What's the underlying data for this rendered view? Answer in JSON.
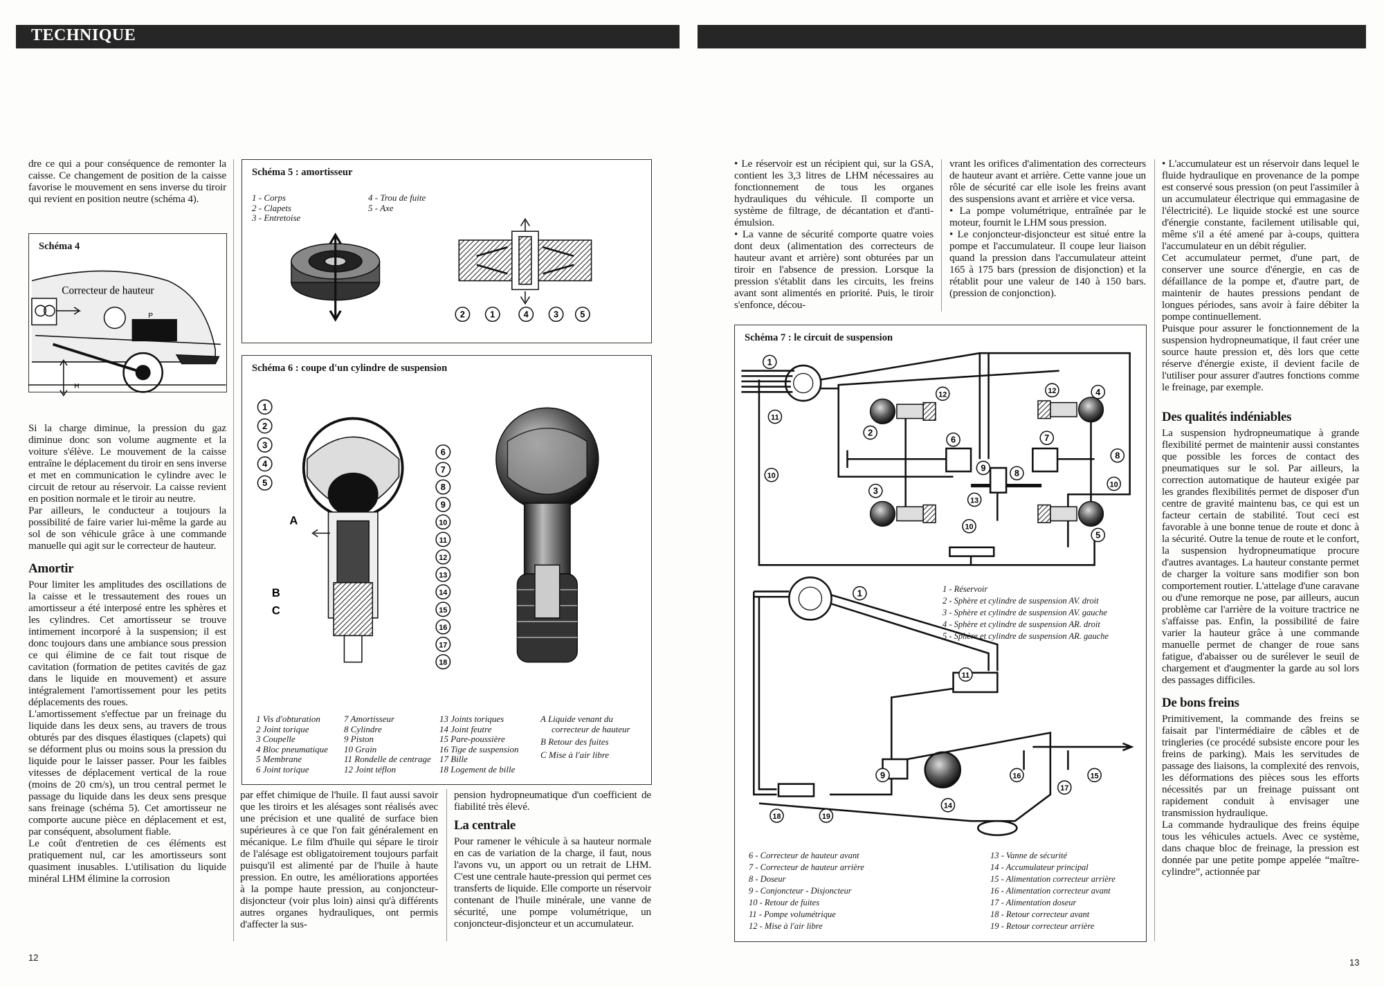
{
  "header": {
    "section": "TECHNIQUE"
  },
  "left": {
    "page_number": "12",
    "col1_top": "dre ce qui a pour conséquence de remonter la caisse. Ce changement de position de la caisse favorise le mouvement en sens inverse du tiroir qui revient en position neutre (schéma 4).",
    "col1_paras": [
      "Si la charge diminue, la pression du gaz diminue donc son volume augmente et la voiture s'élève. Le mouvement de la caisse entraîne le déplacement du tiroir en sens inverse et met en communication le cylindre avec le circuit de retour au réservoir. La caisse revient en position normale et le tiroir au neutre.",
      "Par ailleurs, le conducteur a toujours la possibilité de faire varier lui-même la garde au sol de son véhicule grâce à une commande manuelle qui agit sur le correcteur de hauteur."
    ],
    "amortir_heading": "Amortir",
    "amortir_paras": [
      "Pour limiter les amplitudes des oscillations de la caisse et le tressautement des roues un amortisseur a été interposé entre les sphères et les cylindres. Cet amortisseur se trouve intimement incorporé à la suspension; il est donc toujours dans une ambiance sous pression ce qui élimine de ce fait tout risque de cavitation (formation de petites cavités de gaz dans le liquide en mouvement) et assure intégralement l'amortissement pour les petits déplacements des roues.",
      "L'amortissement s'effectue par un freinage du liquide dans les deux sens, au travers de trous obturés par des disques élastiques (clapets) qui se déforment plus ou moins sous la pression du liquide pour le laisser passer. Pour les faibles vitesses de déplacement vertical de la roue (moins de 20 cm/s), un trou central permet le passage du liquide dans les deux sens presque sans freinage (schéma 5). Cet amortisseur ne comporte aucune pièce en déplacement et est, par conséquent, absolument fiable.",
      "Le coût d'entretien de ces éléments est pratiquement nul, car les amortisseurs sont quasiment inusables. L'utilisation du liquide minéral LHM élimine la corrosion"
    ],
    "col2_text": "par effet chimique de l'huile. Il faut aussi savoir que les tiroirs et les alésages sont réalisés avec une précision et une qualité de surface bien supérieures à ce que l'on fait généralement en mécanique. Le film d'huile qui sépare le tiroir de l'alésage est obligatoirement toujours parfait puisqu'il est alimenté par de l'huile à haute pression. En outre, les améliorations apportées à la pompe haute pression, au conjoncteur-disjoncteur (voir plus loin) ainsi qu'à différents autres organes hydrauliques, ont permis d'affecter la sus-",
    "col3_top": "pension hydropneumatique d'un coefficient de fiabilité très élevé.",
    "centrale_heading": "La centrale",
    "centrale_text": "Pour ramener le véhicule à sa hauteur normale en cas de variation de la charge, il faut, nous l'avons vu, un apport ou un retrait de LHM. C'est une centrale haute-pression qui permet ces transferts de liquide. Elle comporte un réservoir contenant de l'huile minérale, une vanne de sécurité, une pompe volumétrique, un conjoncteur-disjoncteur et un accumulateur."
  },
  "schema4": {
    "title": "Schéma 4",
    "label_corrector": "Correcteur de hauteur",
    "label_p": "P",
    "label_h": "H"
  },
  "schema5": {
    "title": "Schéma 5 : amortisseur",
    "legend_a": [
      "1 - Corps",
      "2 - Clapets",
      "3 - Entretoise"
    ],
    "legend_b": [
      "4 - Trou de fuite",
      "5 - Axe"
    ],
    "callouts": [
      "2",
      "1",
      "4",
      "3",
      "5"
    ]
  },
  "schema6": {
    "title": "Schéma 6 : coupe d'un cylindre de suspension",
    "legend_c1": [
      "1 Vis d'obturation",
      "2 Joint torique",
      "3 Coupelle",
      "4 Bloc pneumatique",
      "5 Membrane",
      "6 Joint torique"
    ],
    "legend_c2": [
      "7 Amortisseur",
      "8 Cylindre",
      "9 Piston",
      "10 Grain",
      "11 Rondelle de centrage",
      "12 Joint téflon"
    ],
    "legend_c3": [
      "13 Joints toriques",
      "14 Joint feutre",
      "15 Pare-poussière",
      "16 Tige de suspension",
      "17 Bille",
      "18 Logement de bille"
    ],
    "legend_c4": [
      "A Liquide venant du",
      "correcteur de hauteur",
      "B Retour des fuites",
      "C Mise à l'air libre"
    ],
    "callouts": [
      "1",
      "2",
      "3",
      "4",
      "5",
      "6",
      "7",
      "8",
      "9",
      "10",
      "11",
      "12",
      "13",
      "14",
      "15",
      "16",
      "17",
      "18"
    ],
    "letters": [
      "A",
      "B",
      "C"
    ]
  },
  "right": {
    "page_number": "13",
    "colA": [
      "• Le réservoir est un récipient qui, sur la GSA, contient les 3,3 litres de LHM nécessaires au fonctionnement de tous les organes hydrauliques du véhicule. Il comporte un système de filtrage, de décantation et d'anti-émulsion.",
      "• La vanne de sécurité comporte quatre voies dont deux (alimentation des correcteurs de hauteur avant et arrière) sont obturées par un tiroir en l'absence de pression. Lorsque la pression s'établit dans les circuits, les freins avant sont alimentés en priorité. Puis, le tiroir s'enfonce, décou-"
    ],
    "colB": [
      "vrant les orifices d'alimentation des correcteurs de hauteur avant et arrière. Cette vanne joue un rôle de sécurité car elle isole les freins avant des suspensions avant et arrière et vice versa.",
      "• La pompe volumétrique, entraînée par le moteur, fournit le LHM sous pression.",
      "• Le conjoncteur-disjoncteur est situé entre la pompe et l'accumulateur. Il coupe leur liaison quand la pression dans l'accumulateur atteint 165 à 175 bars (pression de disjonction) et la rétablit pour une valeur de 140 à 150 bars. (pression de conjonction)."
    ],
    "colC": [
      "• L'accumulateur est un réservoir dans lequel le fluide hydraulique en provenance de la pompe est conservé sous pression (on peut l'assimiler à un accumulateur électrique qui emmagasine de l'électricité). Le liquide stocké est une source d'énergie constante, facilement utilisable qui, même s'il a été amené par à-coups, quittera l'accumulateur en un débit régulier.",
      "Cet accumulateur permet, d'une part, de conserver une source d'énergie, en cas de défaillance de la pompe et, d'autre part, de maintenir de hautes pressions pendant de longues périodes, sans avoir à faire débiter la pompe continuellement.",
      "Puisque pour assurer le fonctionnement de la suspension hydropneumatique, il faut créer une source haute pression et, dès lors que cette réserve d'énergie existe, il devient facile de l'utiliser pour assurer d'autres fonctions comme le freinage, par exemple."
    ],
    "qualites_heading": "Des qualités indéniables",
    "qualites_text": "La suspension hydropneumatique à grande flexibilité permet de maintenir aussi constantes que possible les forces de contact des pneumatiques sur le sol. Par ailleurs, la correction automatique de hauteur exigée par les grandes flexibilités permet de disposer d'un centre de gravité maintenu bas, ce qui est un facteur certain de stabilité. Tout ceci est favorable à une bonne tenue de route et donc à la sécurité. Outre la tenue de route et le confort, la suspension hydropneumatique procure d'autres avantages. La hauteur constante permet de charger la voiture sans modifier son bon comportement routier. L'attelage d'une caravane ou d'une remorque ne pose, par ailleurs, aucun problème car l'arrière de la voiture tractrice ne s'affaisse pas. Enfin, la possibilité de faire varier la hauteur grâce à une commande manuelle permet de changer de roue sans fatigue, d'abaisser ou de surélever le seuil de chargement et d'augmenter la garde au sol lors des passages difficiles.",
    "freins_heading": "De bons freins",
    "freins_paras": [
      "Primitivement, la commande des freins se faisait par l'intermédiaire de câbles et de tringleries (ce procédé subsiste encore pour les freins de parking). Mais les servitudes de passage des liaisons, la complexité des renvois, les déformations des pièces sous les efforts nécessités par un freinage puissant ont rapidement conduit à envisager une transmission hydraulique.",
      "La commande hydraulique des freins équipe tous les véhicules actuels. Avec ce système, dans chaque bloc de freinage, la pression est donnée par une petite pompe appelée “maître-cylindre”, actionnée par"
    ]
  },
  "schema7": {
    "title": "Schéma 7 : le circuit de suspension",
    "legend_a": [
      "1 - Réservoir",
      "2 - Sphère et cylindre de suspension AV. droit",
      "3 - Sphère et cylindre de suspension AV. gauche",
      "4 - Sphère et cylindre de suspension AR. droit",
      "5 - Sphère et cylindre de suspension AR. gauche"
    ],
    "legend_b": [
      "6 - Correcteur de hauteur avant",
      "7 - Correcteur de hauteur arrière",
      "8 - Doseur",
      "9 - Conjoncteur - Disjoncteur",
      "10 - Retour de fuites",
      "11 - Pompe volumétrique",
      "12 - Mise à l'air libre"
    ],
    "legend_c": [
      "13 - Vanne de sécurité",
      "14 - Accumulateur principal",
      "15 - Alimentation correcteur arrière",
      "16 - Alimentation correcteur avant",
      "17 - Alimentation doseur",
      "18 - Retour correcteur avant",
      "19 - Retour correcteur arrière"
    ],
    "callouts": [
      "1",
      "12",
      "11",
      "2",
      "6",
      "7",
      "12",
      "4",
      "8",
      "9",
      "8",
      "13",
      "10",
      "10",
      "3",
      "10",
      "5",
      "1",
      "11",
      "9",
      "14",
      "16",
      "17",
      "15",
      "18",
      "19"
    ]
  }
}
